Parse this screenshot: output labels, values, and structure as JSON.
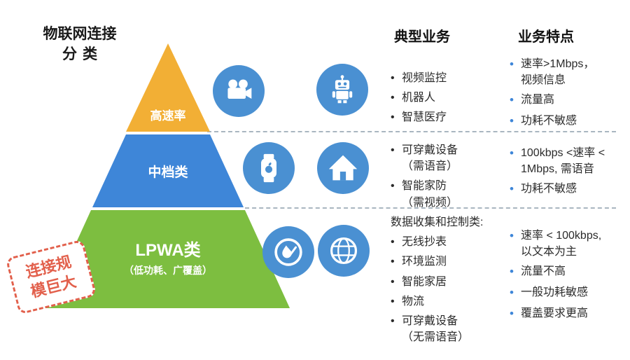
{
  "title": {
    "line1": "物联网连接",
    "line2": "分类"
  },
  "ui": {
    "bullet": "•"
  },
  "badge": {
    "line1": "连接规",
    "line2": "模巨大",
    "color": "#E2604C"
  },
  "pyramid": {
    "tiers": [
      {
        "label": "高速率",
        "color": "#F2AF35"
      },
      {
        "label": "中档类",
        "color": "#3E86D8"
      },
      {
        "label": "LPWA类",
        "sublabel": "（低功耗、广覆盖）",
        "color": "#7DBE40"
      }
    ]
  },
  "icons": {
    "circle_color": "#4A90D2",
    "names": [
      "video-camera",
      "robot",
      "smart-watch",
      "home",
      "meter-gauge",
      "globe"
    ]
  },
  "columns": {
    "services_header": "典型业务",
    "features_header": "业务特点"
  },
  "rows": [
    {
      "services": [
        "视频监控",
        "机器人",
        "智慧医疗"
      ],
      "features": [
        "速率>1Mbps，\n视频信息",
        "流量高",
        "功耗不敏感"
      ]
    },
    {
      "services": [
        "可穿戴设备\n（需语音）",
        "智能家防\n（需视频）"
      ],
      "features": [
        "100kbps <速率 <\n1Mbps, 需语音",
        "功耗不敏感"
      ]
    },
    {
      "services_intro": "数据收集和控制类:",
      "services": [
        "无线抄表",
        "环境监测",
        "智能家居",
        "物流",
        "可穿戴设备\n（无需语音）"
      ],
      "features": [
        "速率 < 100kbps,\n以文本为主",
        "流量不高",
        "一般功耗敏感",
        "覆盖要求更高"
      ]
    }
  ]
}
